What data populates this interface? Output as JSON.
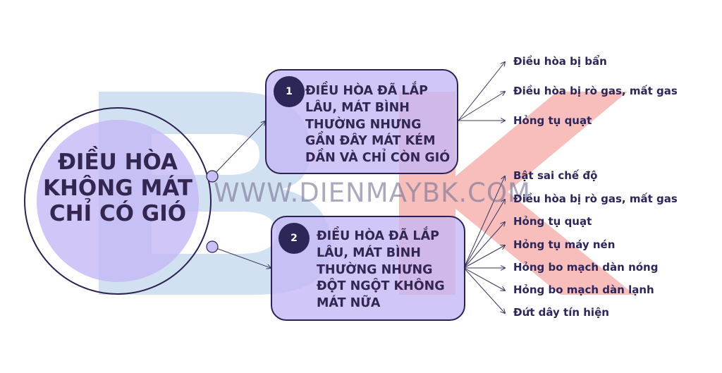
{
  "central_topic": "ĐIỀU HÒA KHÔNG MÁT CHỈ CÓ GIÓ",
  "watermark": "WWW.DIENMAYBK.COM",
  "nodes": [
    {
      "number": "1",
      "text": "ĐIỀU HÒA ĐÃ LẮP LÂU, MÁT BÌNH THƯỜNG NHƯNG GẦN ĐÂY MÁT KÉM DẦN VÀ CHỈ CÒN GIÓ",
      "causes": [
        "Điều hòa bị bẩn",
        "Điều hòa bị rò gas, mất gas",
        "Hỏng tụ quạt"
      ]
    },
    {
      "number": "2",
      "text": "ĐIỀU HÒA ĐÃ LẮP LÂU, MÁT BÌNH THƯỜNG NHƯNG ĐỘT NGỘT KHÔNG MÁT NỮA",
      "causes": [
        "Bật sai chế độ",
        "Điều hòa bị rò gas, mất gas",
        "Hỏng tụ quạt",
        "Hỏng tụ máy nén",
        "Hỏng bo mạch dàn nóng",
        "Hỏng bo mạch dàn lạnh",
        "Đứt dây tín hiện"
      ]
    }
  ],
  "colors": {
    "node_fill": "#c4b6f6",
    "outline": "#2c2352",
    "number_badge": "#2d2659",
    "text": "#332752",
    "watermark_blue": "#c9dcf0",
    "watermark_red": "#f7b7b4"
  }
}
